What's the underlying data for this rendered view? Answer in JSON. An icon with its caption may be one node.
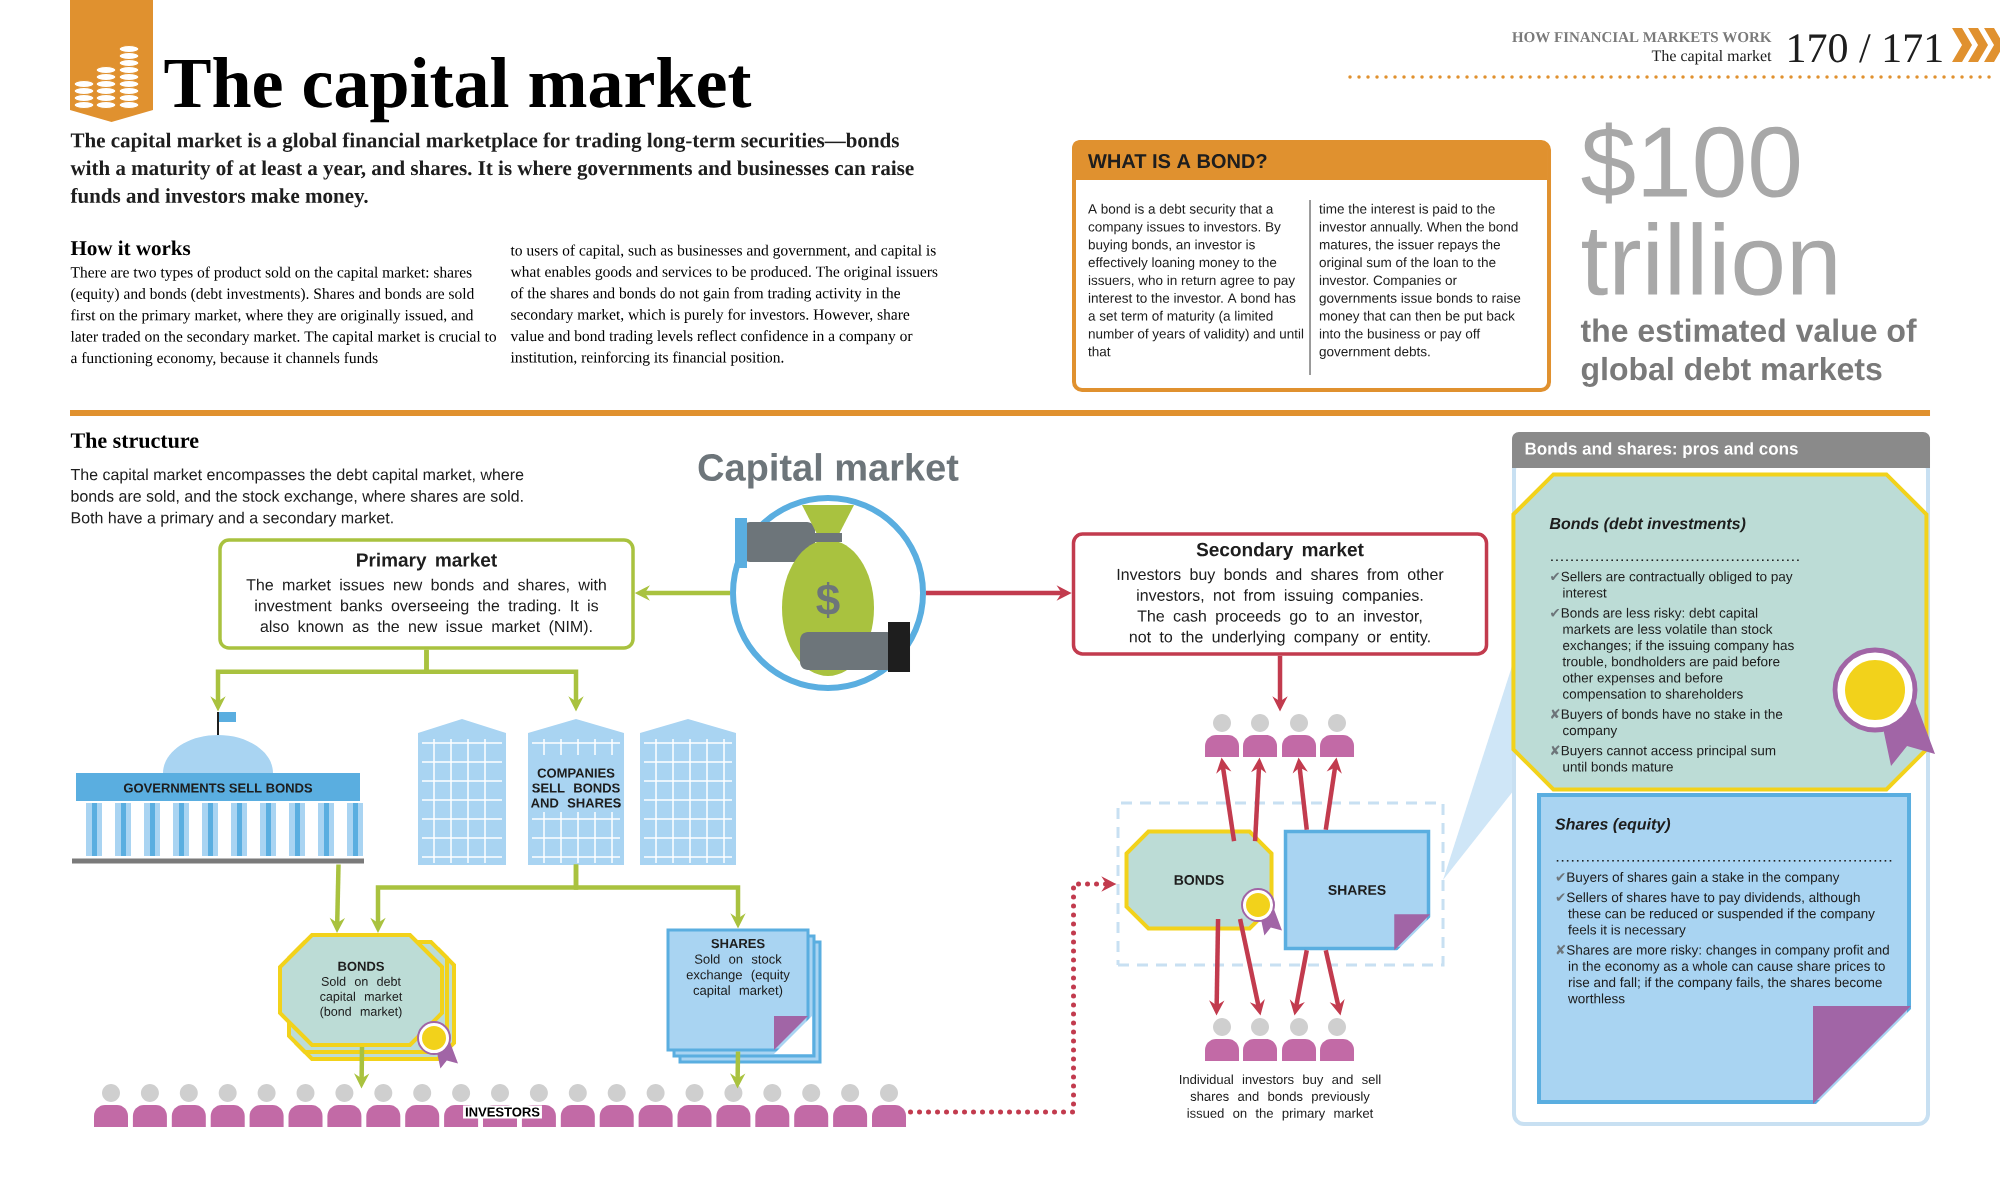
{
  "diagram": {
    "title": "The capital market",
    "nodes": [
      {
        "text": [
          "WHAT IS A BOND?",
          "A bond is a debt security that a company issues to investors. By buying bonds, an investor is effectively loaning money to the issuers, who in return agree to pay interest to the investor. A bond has a set term of maturity (a limited number of years of validity) and until that",
          "time the interest is paid to the investor annually. When the bond matures, the issuer repays the original sum of the loan to the investor. Companies or governments issue bonds to raise money that can then be put back into the business or pay off government debts."
        ]
      },
      {
        "text": [
          "Primary market",
          "The market issues new bonds and shares, with investment banks overseeing the trading. It is also known as the new issue market (NIM)."
        ]
      },
      {
        "text": [
          "Capital market"
        ]
      },
      {
        "text": [
          "Secondary market",
          "Investors buy bonds and shares from other investors, not from issuing companies. The cash proceeds go to an investor, not to the underlying company or entity."
        ]
      },
      {
        "text": [
          "GOVERNMENTS SELL BONDS"
        ]
      },
      {
        "text": [
          "COMPANIES SELL BONDS AND SHARES"
        ]
      },
      {
        "text": [
          "BONDS",
          "Sold on debt capital market (bond market)"
        ]
      },
      {
        "text": [
          "SHARES",
          "Sold on stock exchange (equity capital market)"
        ]
      },
      {
        "text": [
          "INVESTORS"
        ]
      },
      {
        "text": [],
        "shape": "person"
      },
      {
        "text": [],
        "shape": "box"
      },
      {
        "text": [
          "BONDS"
        ],
        "in": 10
      },
      {
        "text": [
          "SHARES"
        ],
        "in": 10
      },
      {
        "text": [],
        "shape": "person"
      },
      {
        "text": [
          "Bonds and shares: pros and cons"
        ]
      },
      {
        "text": [
          "Bonds (debt investments)",
          "✔Sellers are contractually obliged to pay interest",
          "✔Bonds are less risky: debt capital markets are less volatile than stock exchanges; if the issuing company has trouble, bondholders are paid before other expenses and before compensation to shareholders",
          "✘Buyers of bonds have no stake in the company",
          "✘Buyers cannot access principal sum until bonds mature"
        ],
        "in": 14
      },
      {
        "text": [
          "Shares (equity)",
          "✔Buyers of shares gain a stake in the company",
          "✔Sellers of shares have to pay dividends, although these can be reduced or suspended if the company feels it is necessary",
          "✘Shares are more risky: changes in company profit and in the economy as a whole can cause share prices to rise and fall; if the company fails, the shares become worthless"
        ],
        "in": 14
      }
    ],
    "edges": [
      {
        "from": 2,
        "to": 1,
        "arrow": "to",
        "color": "#a9c23f"
      },
      {
        "from": 2,
        "to": 3,
        "arrow": "to"
      },
      {
        "from": 1,
        "to": 4,
        "arrow": "to",
        "color": "#a9c23f"
      },
      {
        "from": 1,
        "to": 5,
        "arrow": "to",
        "color": "#a9c23f"
      },
      {
        "from": 4,
        "to": 6,
        "arrow": "to",
        "color": "#a9c23f"
      },
      {
        "from": 5,
        "to": 6,
        "arrow": "to",
        "color": "#a9c23f"
      },
      {
        "from": 5,
        "to": 7,
        "arrow": "to",
        "color": "#a9c23f"
      },
      {
        "from": 6,
        "to": 8,
        "arrow": "to",
        "color": "#a9c23f"
      },
      {
        "from": 7,
        "to": 8,
        "arrow": "to",
        "color": "#a9c23f"
      },
      {
        "from": 8,
        "to": 10,
        "arrow": "to",
        "style": "dashed"
      },
      {
        "from": 3,
        "to": 9,
        "arrow": "to"
      },
      {
        "from": 11,
        "to": 9,
        "arrow": "to"
      },
      {
        "from": 11,
        "to": 9,
        "arrow": "to"
      },
      {
        "from": 12,
        "to": 9,
        "arrow": "to"
      },
      {
        "from": 12,
        "to": 9,
        "arrow": "to"
      },
      {
        "from": 11,
        "to": 13,
        "arrow": "to"
      },
      {
        "from": 11,
        "to": 13,
        "arrow": "to"
      },
      {
        "from": 12,
        "to": 13,
        "arrow": "to"
      },
      {
        "from": 12,
        "to": 13,
        "arrow": "to"
      }
    ],
    "labels": [
      "HOW FINANCIAL MARKETS WORK",
      "The capital market",
      "170 / 171",
      "The capital market is a global financial marketplace for trading long-term securities—bonds with a maturity of at least a year, and shares. It is where governments and businesses can raise funds and investors make money.",
      "How it works",
      "There are two types of product sold on the capital market: shares (equity) and bonds (debt investments). Shares and bonds are sold first on the primary market, where they are originally issued, and later traded on the secondary market. The capital market is crucial to a functioning economy, because it channels funds",
      "to users of capital, such as businesses and government, and capital is what enables goods and services to be produced. The original issuers of the shares and bonds do not gain from trading activity in the secondary market, which is purely for investors. However, share value and bond trading levels reflect confidence in a company or institution, reinforcing its financial position.",
      "$100 trillion",
      "the estimated value of global debt markets",
      "The structure",
      "The capital market encompasses the debt capital market, where bonds are sold, and the stock exchange, where shares are sold. Both have a primary and a secondary market.",
      "$",
      "Individual investors buy and sell shares and bonds previously issued on the primary market"
    ]
  }
}
